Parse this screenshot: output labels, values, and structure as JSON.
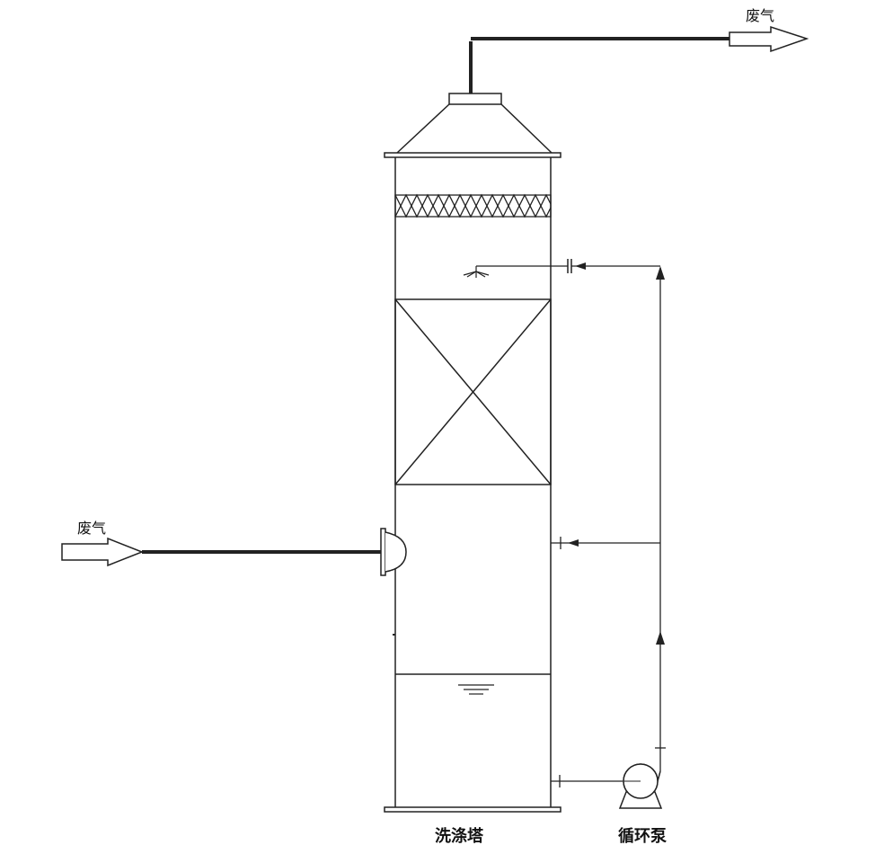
{
  "labels": {
    "gas_out": "废气",
    "gas_in": "废气",
    "tower": "洗涤塔",
    "pump": "循环泵"
  },
  "colors": {
    "line": "#222222",
    "background": "#ffffff"
  }
}
